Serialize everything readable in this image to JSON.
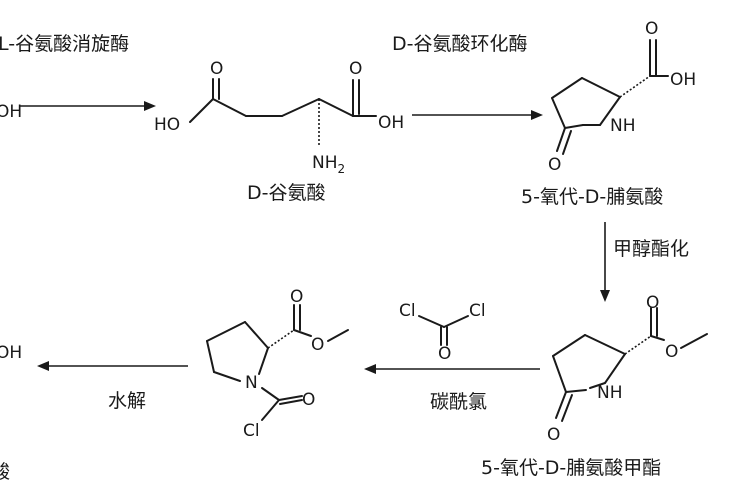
{
  "reagents": {
    "l_glutamate_racemase": "L-谷氨酸消旋酶",
    "d_glutamate_cyclase": "D-谷氨酸环化酶",
    "methanol_esterification": "甲醇酯化",
    "phosgene": "碳酰氯",
    "hydrolysis": "水解"
  },
  "compounds": {
    "d_glutamic_acid": "D-谷氨酸",
    "oxo_d_proline": "5-氧代-D-脯氨酸",
    "oxo_d_proline_methyl_ester": "5-氧代-D-脯氨酸甲酯",
    "partial_product_tail": "酸"
  },
  "atoms": {
    "oh": "OH",
    "ho": "HO",
    "o": "O",
    "nh": "NH",
    "nh2_n": "NH",
    "nh2_sub": "2",
    "n": "N",
    "cl": "Cl"
  }
}
